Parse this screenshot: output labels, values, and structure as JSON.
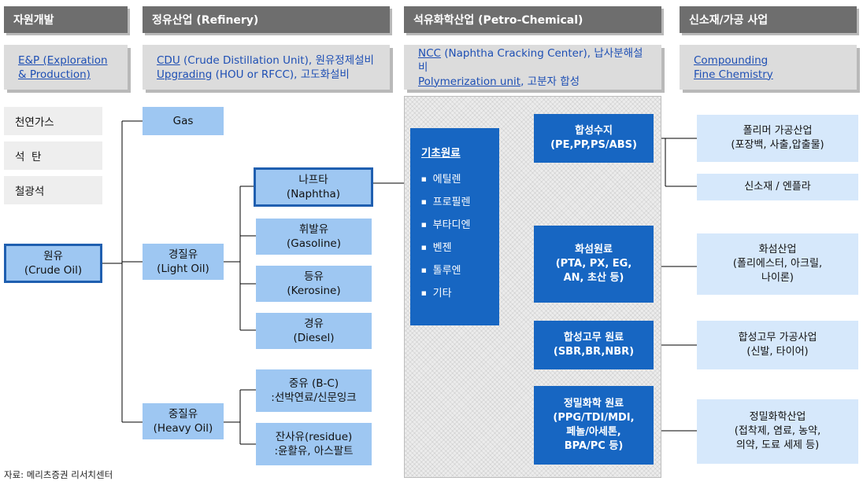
{
  "headers": {
    "exploration": "자원개발",
    "refinery": "정유산업 (Refinery)",
    "petrochemical": "석유화학산업 (Petro-Chemical)",
    "materials": "신소재/가공 사업"
  },
  "subheaders": {
    "exploration": {
      "line1": "E&P (Exploration",
      "line2": "& Production)"
    },
    "refinery": {
      "line1_link": "CDU",
      "line1_rest": " (Crude Distillation Unit), 원유정제설비",
      "line2_link": "Upgrading",
      "line2_rest": " (HOU or RFCC), 고도화설비"
    },
    "petrochemical": {
      "line1_link": "NCC",
      "line1_rest": " (Naphtha Cracking Center), 납사분해설비",
      "line2_link": "Polymerization unit",
      "line2_rest": ", 고분자 합성"
    },
    "materials": {
      "line1": "Compounding",
      "line2": "Fine Chemistry"
    }
  },
  "resources": [
    "천연가스",
    "석  탄",
    "철광석"
  ],
  "crude": {
    "name": "원유",
    "en": "(Crude Oil)"
  },
  "gas": "Gas",
  "light_oil": {
    "name": "경질유",
    "en": "(Light Oil)"
  },
  "heavy_oil": {
    "name": "중질유",
    "en": "(Heavy Oil)"
  },
  "light_products": [
    {
      "name": "나프타",
      "en": "(Naphtha)"
    },
    {
      "name": "휘발유",
      "en": "(Gasoline)"
    },
    {
      "name": "등유",
      "en": "(Kerosine)"
    },
    {
      "name": "경유",
      "en": "(Diesel)"
    }
  ],
  "heavy_products": [
    {
      "name": "중유 (B-C)",
      "en": ":선박연료/신문잉크"
    },
    {
      "name": "잔사유(residue)",
      "en": ":윤활유, 아스팔트"
    }
  ],
  "basic_materials": {
    "title": "기초원료",
    "items": [
      "에틸렌",
      "프로필렌",
      "부타디엔",
      "벤젠",
      "톨루엔",
      "기타"
    ]
  },
  "petro_products": [
    {
      "line1": "합성수지",
      "line2": "(PE,PP,PS/ABS)",
      "line3": "",
      "line4": ""
    },
    {
      "line1": "화섬원료",
      "line2": "(PTA, PX, EG,",
      "line3": "AN, 초산 등)",
      "line4": ""
    },
    {
      "line1": "합성고무 원료",
      "line2": "(SBR,BR,NBR)",
      "line3": "",
      "line4": ""
    },
    {
      "line1": "정밀화학 원료",
      "line2": "(PPG/TDI/MDI,",
      "line3": "페놀/아세톤,",
      "line4": "BPA/PC 등)"
    }
  ],
  "industries": [
    {
      "line1": "폴리머 가공산업",
      "line2": "(포장백, 사출,압출물)",
      "line3": ""
    },
    {
      "line1": "신소재 / 엔플라",
      "line2": "",
      "line3": ""
    },
    {
      "line1": "화섬산업",
      "line2": "(폴리에스터, 아크릴,",
      "line3": "나이론)"
    },
    {
      "line1": "합성고무 가공사업",
      "line2": "(신발, 타이어)",
      "line3": ""
    },
    {
      "line1": "정밀화학산업",
      "line2": "(접착제, 염료, 농약,",
      "line3": "의약, 도료 세제 등)"
    }
  ],
  "source": "자료: 메리츠증권 리서치센터"
}
